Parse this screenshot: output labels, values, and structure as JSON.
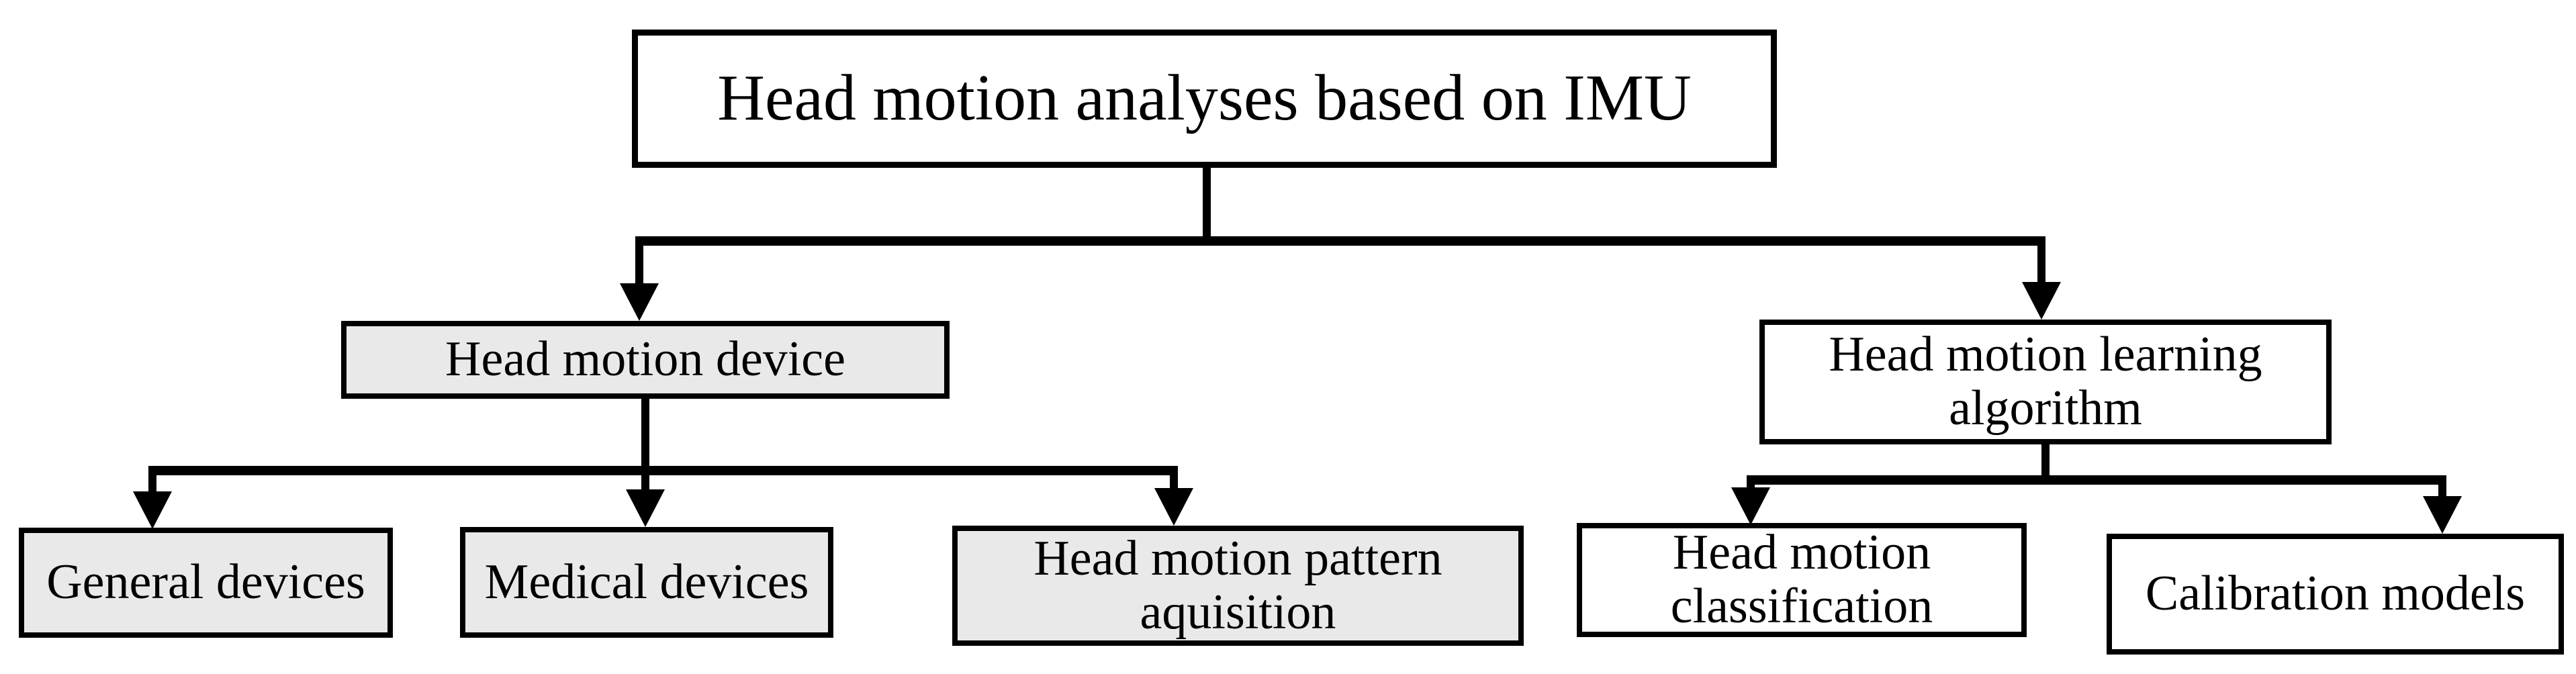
{
  "diagram": {
    "type": "flowchart-tree",
    "nodes": {
      "root": {
        "label": "Head motion analyses based on IMU",
        "fill": "white"
      },
      "device": {
        "label": "Head motion device",
        "fill": "gray"
      },
      "learning": {
        "label": "Head motion learning algorithm",
        "fill": "white"
      },
      "general": {
        "label": "General devices",
        "fill": "gray"
      },
      "medical": {
        "label": "Medical devices",
        "fill": "gray"
      },
      "pattern": {
        "label": "Head motion pattern aquisition",
        "fill": "gray"
      },
      "classification": {
        "label": "Head motion classification",
        "fill": "white"
      },
      "calibration": {
        "label": "Calibration models",
        "fill": "white"
      }
    },
    "edges": [
      {
        "from": "root",
        "to": "device"
      },
      {
        "from": "root",
        "to": "learning"
      },
      {
        "from": "device",
        "to": "general"
      },
      {
        "from": "device",
        "to": "medical"
      },
      {
        "from": "device",
        "to": "pattern"
      },
      {
        "from": "learning",
        "to": "classification"
      },
      {
        "from": "learning",
        "to": "calibration"
      }
    ]
  },
  "colors": {
    "background": "#ffffff",
    "box_fill_white": "#ffffff",
    "box_fill_gray": "#e9e9e9",
    "border": "#000000",
    "connector": "#000000",
    "text": "#000000"
  }
}
